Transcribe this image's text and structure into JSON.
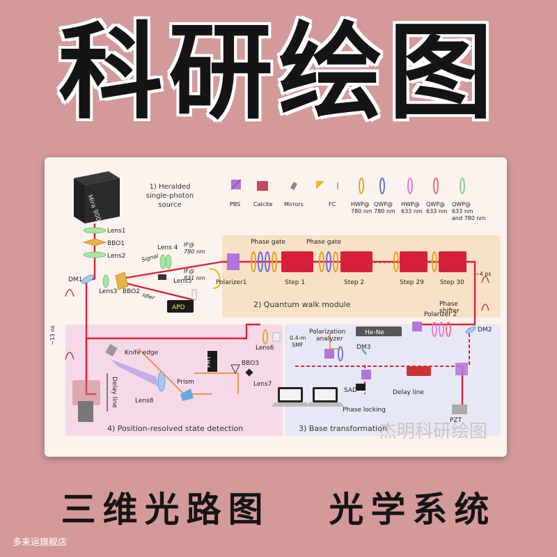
{
  "banner_title": "科研绘图",
  "bottom_caption_left": "三维光路图",
  "bottom_caption_right": "光学系统",
  "shop_name": "多来运旗舰店",
  "watermark": "杰明科研绘图",
  "colors": {
    "background": "#d49a9a",
    "laser": "#e0203a",
    "card": "#fbf3ee"
  },
  "diagram": {
    "laser_name": "Mira 900",
    "sections": {
      "heralded": [
        "1) Heralded",
        "single-photon",
        "source"
      ],
      "quantum_walk": "2) Quantum walk module",
      "detection": "4) Position-resolved state detection",
      "base_transformation": "3) Base transformation"
    },
    "legend": [
      {
        "label": "PBS"
      },
      {
        "label": "Calcite"
      },
      {
        "label": "Mirrors"
      },
      {
        "label": "FC"
      },
      {
        "label": "HWP@",
        "sub": [
          "780 nm"
        ]
      },
      {
        "label": "QWP@",
        "sub": [
          "780 nm"
        ]
      },
      {
        "label": "HWP@",
        "sub": [
          "633 nm"
        ]
      },
      {
        "label": "QWP@",
        "sub": [
          "633 nm"
        ]
      },
      {
        "label": "QWP@",
        "sub": [
          "633 nm",
          "and 780 nm"
        ]
      }
    ],
    "labels": {
      "lens1": "Lens1",
      "bbo1": "BBO1",
      "lens2": "Lens2",
      "dm1": "DM1",
      "lens3": "Lens3",
      "bbo2": "BBO2",
      "signal": "Signal",
      "idler": "Idler",
      "lens4": "Lens 4",
      "lens5": "Lens5",
      "if780": "IF@",
      "if780b": "780 nm",
      "if821": "IF@",
      "if821b": "821 nm",
      "apd": "APD",
      "phase_gate_1": "Phase gate",
      "phase_gate_2": "Phase gate",
      "polarizer1": "Polarizer1",
      "step1": "Step 1",
      "step2": "Step 2",
      "step29": "Step 29",
      "step30": "Step 30",
      "dots": ". . . . . .",
      "ps": "~4 ps",
      "ns": "~13 ns",
      "hene": "He-Ne",
      "polarizer2": "Polarizer 2",
      "phase_shifter": "Phase",
      "phase_shifter2": "shifter",
      "dm2": "DM2",
      "dm3": "DM3",
      "pol_analyzer": "Polarization",
      "pol_analyzer2": "analyzer",
      "smf": "0.4-m",
      "smf2": "SMF",
      "lens6": "Lens6",
      "bbo3": "BBO3",
      "lens7": "Lens7",
      "pmt": "PMT",
      "knife_edge": "Knife edge",
      "prism": "Prism",
      "lens8": "Lens8",
      "delay_line_left": "Delay line",
      "sad": "SAD",
      "delay_line_right": "Delay line",
      "phase_locking": "Phase locking",
      "pzt": "PZT"
    }
  }
}
